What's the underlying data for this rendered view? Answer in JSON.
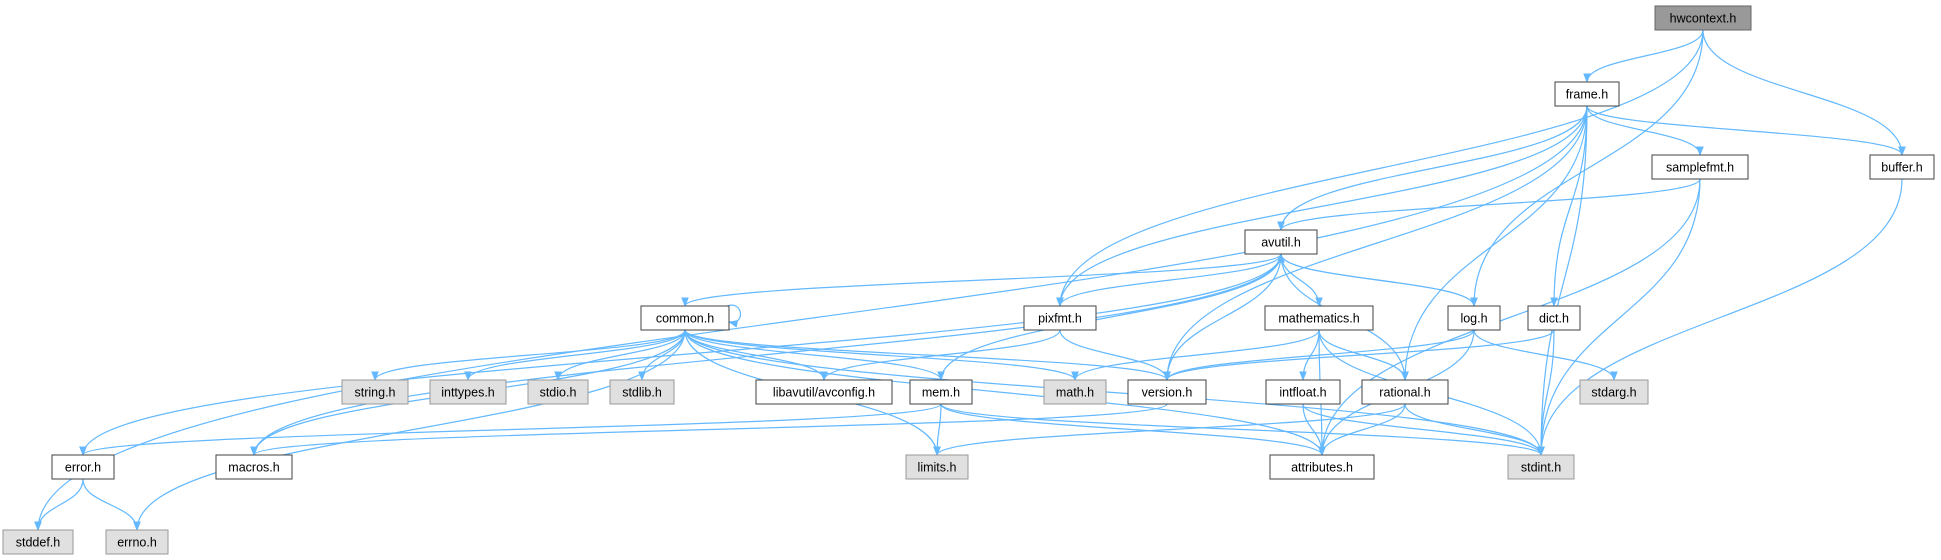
{
  "graph": {
    "colors": {
      "edge": "#63b8ff",
      "documented_node": "#ffffff",
      "system_header_node": "#e0e0e0",
      "root_node": "#999999"
    },
    "nodes": [
      {
        "id": "hwcontext_h",
        "label": "hwcontext.h",
        "kind": "root"
      },
      {
        "id": "frame_h",
        "label": "frame.h",
        "kind": "doc"
      },
      {
        "id": "samplefmt_h",
        "label": "samplefmt.h",
        "kind": "doc"
      },
      {
        "id": "buffer_h",
        "label": "buffer.h",
        "kind": "doc"
      },
      {
        "id": "avutil_h",
        "label": "avutil.h",
        "kind": "doc"
      },
      {
        "id": "common_h",
        "label": "common.h",
        "kind": "doc"
      },
      {
        "id": "pixfmt_h",
        "label": "pixfmt.h",
        "kind": "doc"
      },
      {
        "id": "mathematics_h",
        "label": "mathematics.h",
        "kind": "doc"
      },
      {
        "id": "log_h",
        "label": "log.h",
        "kind": "doc"
      },
      {
        "id": "dict_h",
        "label": "dict.h",
        "kind": "doc"
      },
      {
        "id": "string_h",
        "label": "string.h",
        "kind": "sys"
      },
      {
        "id": "inttypes_h",
        "label": "inttypes.h",
        "kind": "sys"
      },
      {
        "id": "stdio_h",
        "label": "stdio.h",
        "kind": "sys"
      },
      {
        "id": "stdlib_h",
        "label": "stdlib.h",
        "kind": "sys"
      },
      {
        "id": "avconfig_h",
        "label": "libavutil/avconfig.h",
        "kind": "doc"
      },
      {
        "id": "mem_h",
        "label": "mem.h",
        "kind": "doc"
      },
      {
        "id": "math_h",
        "label": "math.h",
        "kind": "sys"
      },
      {
        "id": "version_h",
        "label": "version.h",
        "kind": "doc"
      },
      {
        "id": "intfloat_h",
        "label": "intfloat.h",
        "kind": "doc"
      },
      {
        "id": "rational_h",
        "label": "rational.h",
        "kind": "doc"
      },
      {
        "id": "stdarg_h",
        "label": "stdarg.h",
        "kind": "sys"
      },
      {
        "id": "error_h",
        "label": "error.h",
        "kind": "doc"
      },
      {
        "id": "macros_h",
        "label": "macros.h",
        "kind": "doc"
      },
      {
        "id": "limits_h",
        "label": "limits.h",
        "kind": "sys"
      },
      {
        "id": "attributes_h",
        "label": "attributes.h",
        "kind": "doc"
      },
      {
        "id": "stdint_h",
        "label": "stdint.h",
        "kind": "sys"
      },
      {
        "id": "stddef_h",
        "label": "stddef.h",
        "kind": "sys"
      },
      {
        "id": "errno_h",
        "label": "errno.h",
        "kind": "sys"
      }
    ],
    "edges": [
      [
        "hwcontext_h",
        "frame_h"
      ],
      [
        "hwcontext_h",
        "buffer_h"
      ],
      [
        "hwcontext_h",
        "pixfmt_h"
      ],
      [
        "hwcontext_h",
        "log_h"
      ],
      [
        "frame_h",
        "avutil_h"
      ],
      [
        "frame_h",
        "buffer_h"
      ],
      [
        "frame_h",
        "dict_h"
      ],
      [
        "frame_h",
        "rational_h"
      ],
      [
        "frame_h",
        "samplefmt_h"
      ],
      [
        "frame_h",
        "pixfmt_h"
      ],
      [
        "frame_h",
        "version_h"
      ],
      [
        "frame_h",
        "stdint_h"
      ],
      [
        "frame_h",
        "stddef_h"
      ],
      [
        "samplefmt_h",
        "avutil_h"
      ],
      [
        "samplefmt_h",
        "attributes_h"
      ],
      [
        "samplefmt_h",
        "stdint_h"
      ],
      [
        "buffer_h",
        "stdint_h"
      ],
      [
        "avutil_h",
        "common_h"
      ],
      [
        "avutil_h",
        "error_h"
      ],
      [
        "avutil_h",
        "rational_h"
      ],
      [
        "avutil_h",
        "version_h"
      ],
      [
        "avutil_h",
        "macros_h"
      ],
      [
        "avutil_h",
        "mathematics_h"
      ],
      [
        "avutil_h",
        "log_h"
      ],
      [
        "avutil_h",
        "pixfmt_h"
      ],
      [
        "common_h",
        "errno_h"
      ],
      [
        "common_h",
        "inttypes_h"
      ],
      [
        "common_h",
        "limits_h"
      ],
      [
        "common_h",
        "math_h"
      ],
      [
        "common_h",
        "stdint_h"
      ],
      [
        "common_h",
        "stdio_h"
      ],
      [
        "common_h",
        "stdlib_h"
      ],
      [
        "common_h",
        "string_h"
      ],
      [
        "common_h",
        "attributes_h"
      ],
      [
        "common_h",
        "macros_h"
      ],
      [
        "common_h",
        "version_h"
      ],
      [
        "common_h",
        "avconfig_h"
      ],
      [
        "common_h",
        "mem_h"
      ],
      [
        "common_h",
        "common_h"
      ],
      [
        "pixfmt_h",
        "avconfig_h"
      ],
      [
        "pixfmt_h",
        "version_h"
      ],
      [
        "mathematics_h",
        "stdint_h"
      ],
      [
        "mathematics_h",
        "math_h"
      ],
      [
        "mathematics_h",
        "attributes_h"
      ],
      [
        "mathematics_h",
        "rational_h"
      ],
      [
        "mathematics_h",
        "intfloat_h"
      ],
      [
        "log_h",
        "stdarg_h"
      ],
      [
        "log_h",
        "avutil_h"
      ],
      [
        "log_h",
        "attributes_h"
      ],
      [
        "log_h",
        "version_h"
      ],
      [
        "dict_h",
        "stdint_h"
      ],
      [
        "dict_h",
        "version_h"
      ],
      [
        "mem_h",
        "error_h"
      ],
      [
        "mem_h",
        "limits_h"
      ],
      [
        "mem_h",
        "stdint_h"
      ],
      [
        "mem_h",
        "attributes_h"
      ],
      [
        "mem_h",
        "avutil_h"
      ],
      [
        "version_h",
        "macros_h"
      ],
      [
        "intfloat_h",
        "stdint_h"
      ],
      [
        "intfloat_h",
        "attributes_h"
      ],
      [
        "rational_h",
        "stdint_h"
      ],
      [
        "rational_h",
        "limits_h"
      ],
      [
        "rational_h",
        "attributes_h"
      ],
      [
        "error_h",
        "errno_h"
      ],
      [
        "error_h",
        "stddef_h"
      ]
    ]
  }
}
